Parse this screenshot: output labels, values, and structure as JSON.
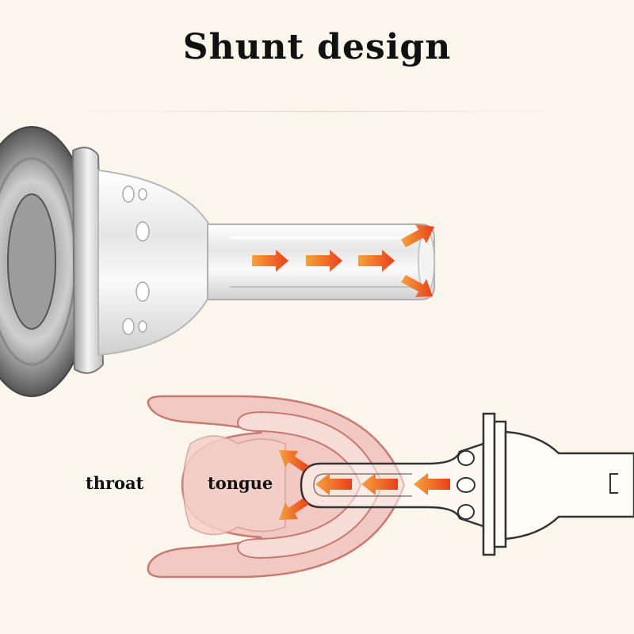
{
  "title": "Shunt design",
  "labels": {
    "throat": "throat",
    "tongue": "tongue"
  },
  "colors": {
    "background": "#fbf6ec",
    "arrow": "#f06a1c",
    "mouth_fill": "#f2c9c2",
    "mouth_stroke": "#c87a72"
  }
}
